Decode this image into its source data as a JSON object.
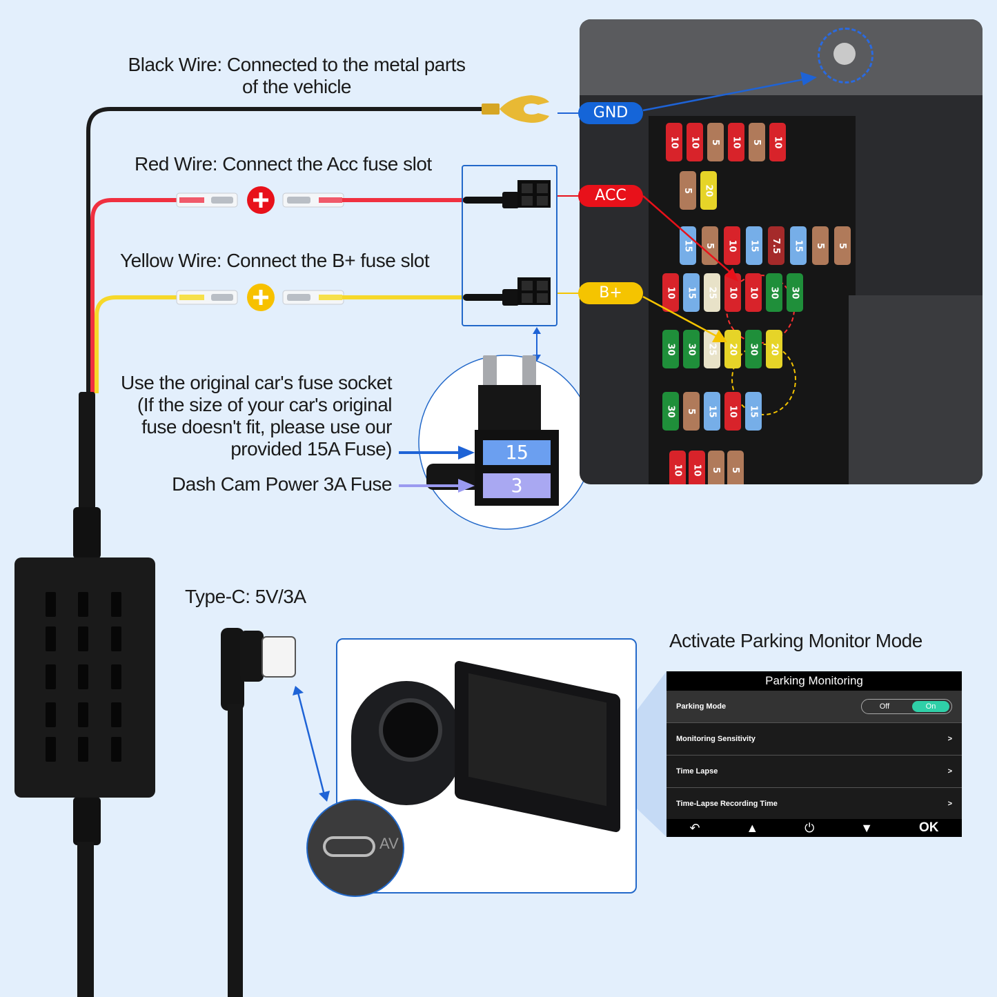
{
  "labels": {
    "black_wire_line1": "Black Wire: Connected to the metal parts",
    "black_wire_line2": "of the vehicle",
    "red_wire": "Red Wire: Connect the Acc fuse slot",
    "yellow_wire": "Yellow Wire: Connect the B+ fuse slot",
    "fuse_socket_lines": [
      "Use the original car's fuse socket",
      "(If the size of your car's original",
      "fuse doesn't fit, please use our",
      "provided 15A Fuse)"
    ],
    "dash_cam_fuse": "Dash Cam Power 3A Fuse",
    "type_c": "Type-C: 5V/3A",
    "activate_parking": "Activate Parking Monitor Mode"
  },
  "pills": {
    "gnd": {
      "text": "GND",
      "color": "#1565d8"
    },
    "acc": {
      "text": "ACC",
      "color": "#e8111a"
    },
    "bplus": {
      "text": "B+",
      "color": "#f5c400"
    }
  },
  "fuse_tap": {
    "upper_fuse_value": "15",
    "lower_fuse_value": "3",
    "upper_fuse_color": "#6b9ff0",
    "lower_fuse_color": "#a9a8f2"
  },
  "wire_colors": {
    "black": "#1b1b1b",
    "red": "#f03040",
    "yellow": "#f6d82a",
    "callout_blue": "#1e63d6"
  },
  "fuse_box_photo": {
    "row1": [
      "10",
      "10",
      "5",
      "10",
      "5",
      "10"
    ],
    "row2": [
      "5",
      "20"
    ],
    "row3": [
      "15",
      "5",
      "10",
      "15",
      "7.5",
      "15",
      "5",
      "5"
    ],
    "row4": [
      "10",
      "15",
      "25",
      "10",
      "10",
      "30",
      "30"
    ],
    "row5": [
      "30",
      "30",
      "25",
      "20",
      "30",
      "20"
    ],
    "row6": [
      "30",
      "5",
      "15",
      "10",
      "15"
    ],
    "row7": [
      "10",
      "10",
      "5",
      "5"
    ],
    "highlight_acc": [
      "10",
      "10"
    ],
    "highlight_bplus": [
      "20",
      "30",
      "20"
    ]
  },
  "device_port_label": "AV",
  "screen": {
    "title": "Parking Monitoring",
    "rows": [
      {
        "label": "Parking Mode",
        "toggle_off": "Off",
        "toggle_on": "On",
        "state": "On"
      },
      {
        "label": "Monitoring Sensitivity",
        "chevron": ">"
      },
      {
        "label": "Time Lapse",
        "chevron": ">"
      },
      {
        "label": "Time-Lapse Recording Time",
        "chevron": ">"
      }
    ],
    "buttons": {
      "back": "↶",
      "up": "▲",
      "power": "⏻",
      "down": "▼",
      "ok": "OK"
    }
  }
}
